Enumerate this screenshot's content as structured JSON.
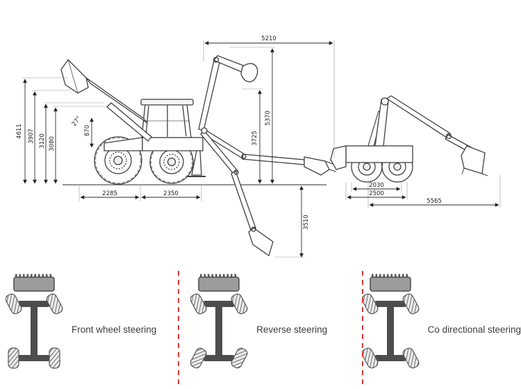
{
  "colors": {
    "separator": "#e03333",
    "chassis": "#4d4d4d",
    "bucket": "#9c9c9c",
    "line": "#3f3f3f"
  },
  "drawing": {
    "side_view": {
      "overall_height": "4611",
      "boom_height": "3907",
      "height_3120": "3120",
      "cab_height": "3080",
      "dim_870": "870",
      "bucket_angle": "27°",
      "front_length": "2285",
      "wheelbase": "2350"
    },
    "backhoe": {
      "max_reach": "5210",
      "max_height": "5370",
      "loading_height": "3725",
      "dig_depth": "3510"
    },
    "transport": {
      "track_width": "2030",
      "overall_width": "2500",
      "overall_length": "5565"
    }
  },
  "steering": {
    "modes": [
      {
        "label": "Front wheel steering"
      },
      {
        "label": "Reverse steering"
      },
      {
        "label": "Co directional steering"
      }
    ]
  }
}
